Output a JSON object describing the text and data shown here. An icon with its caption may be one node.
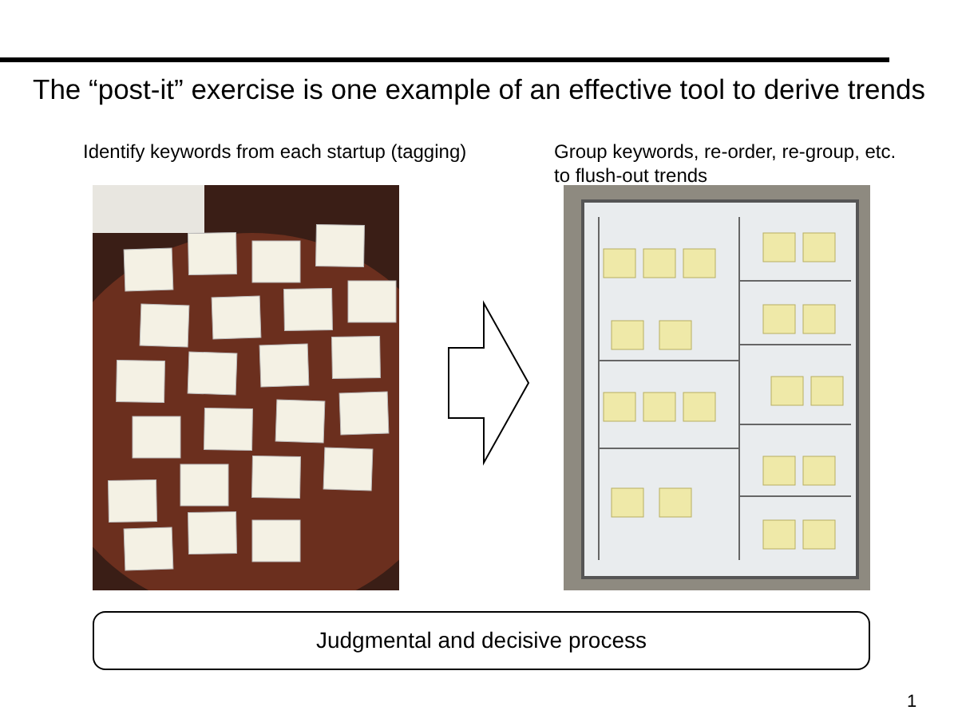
{
  "diagram": {
    "title": "The “post-it” exercise is one example of an effective tool to derive trends",
    "nodes": [
      {
        "text": [],
        "shape": "picture",
        "beside": [
          "Identify keywords from each startup (tagging)"
        ]
      },
      {
        "text": [],
        "shape": "picture",
        "beside": [
          "Group keywords, re-order, re-group, etc. to flush-out trends"
        ]
      },
      {
        "text": [
          "Judgmental and decisive process"
        ]
      }
    ],
    "edges": [
      {
        "from": 0,
        "to": 1,
        "arrow": "to"
      }
    ],
    "labels": [
      "1"
    ]
  }
}
